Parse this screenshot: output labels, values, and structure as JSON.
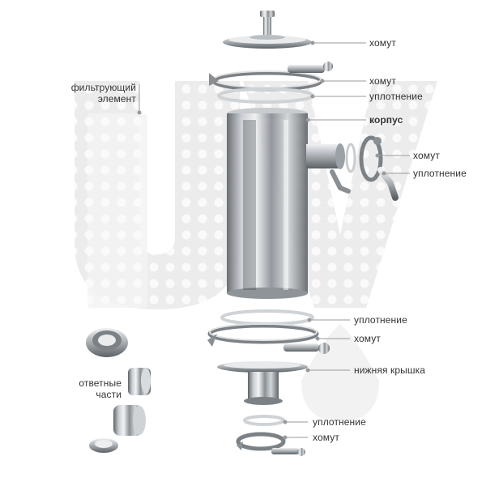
{
  "labels": {
    "clamp_top": "хомут",
    "clamp_upper": "хомут",
    "seal_upper": "уплотнение",
    "body": "корпус",
    "clamp_side": "хомут",
    "seal_side": "уплотнение",
    "filter_line1": "фильтрующий",
    "filter_line2": "элемент",
    "seal_lower": "уплотнение",
    "clamp_lower": "хомут",
    "bottom_cover": "нижняя крышка",
    "seal_bottom": "уплотнение",
    "clamp_bottom": "хомут",
    "mating_line1": "ответные",
    "mating_line2": "части"
  },
  "colors": {
    "steel_dark": "#6a6f74",
    "steel_mid": "#a9aeb3",
    "steel_light": "#e6e8ea",
    "watermark": "#eeeeee",
    "leader": "#9a9a9a",
    "text": "#333333"
  },
  "watermark_text": "UV"
}
